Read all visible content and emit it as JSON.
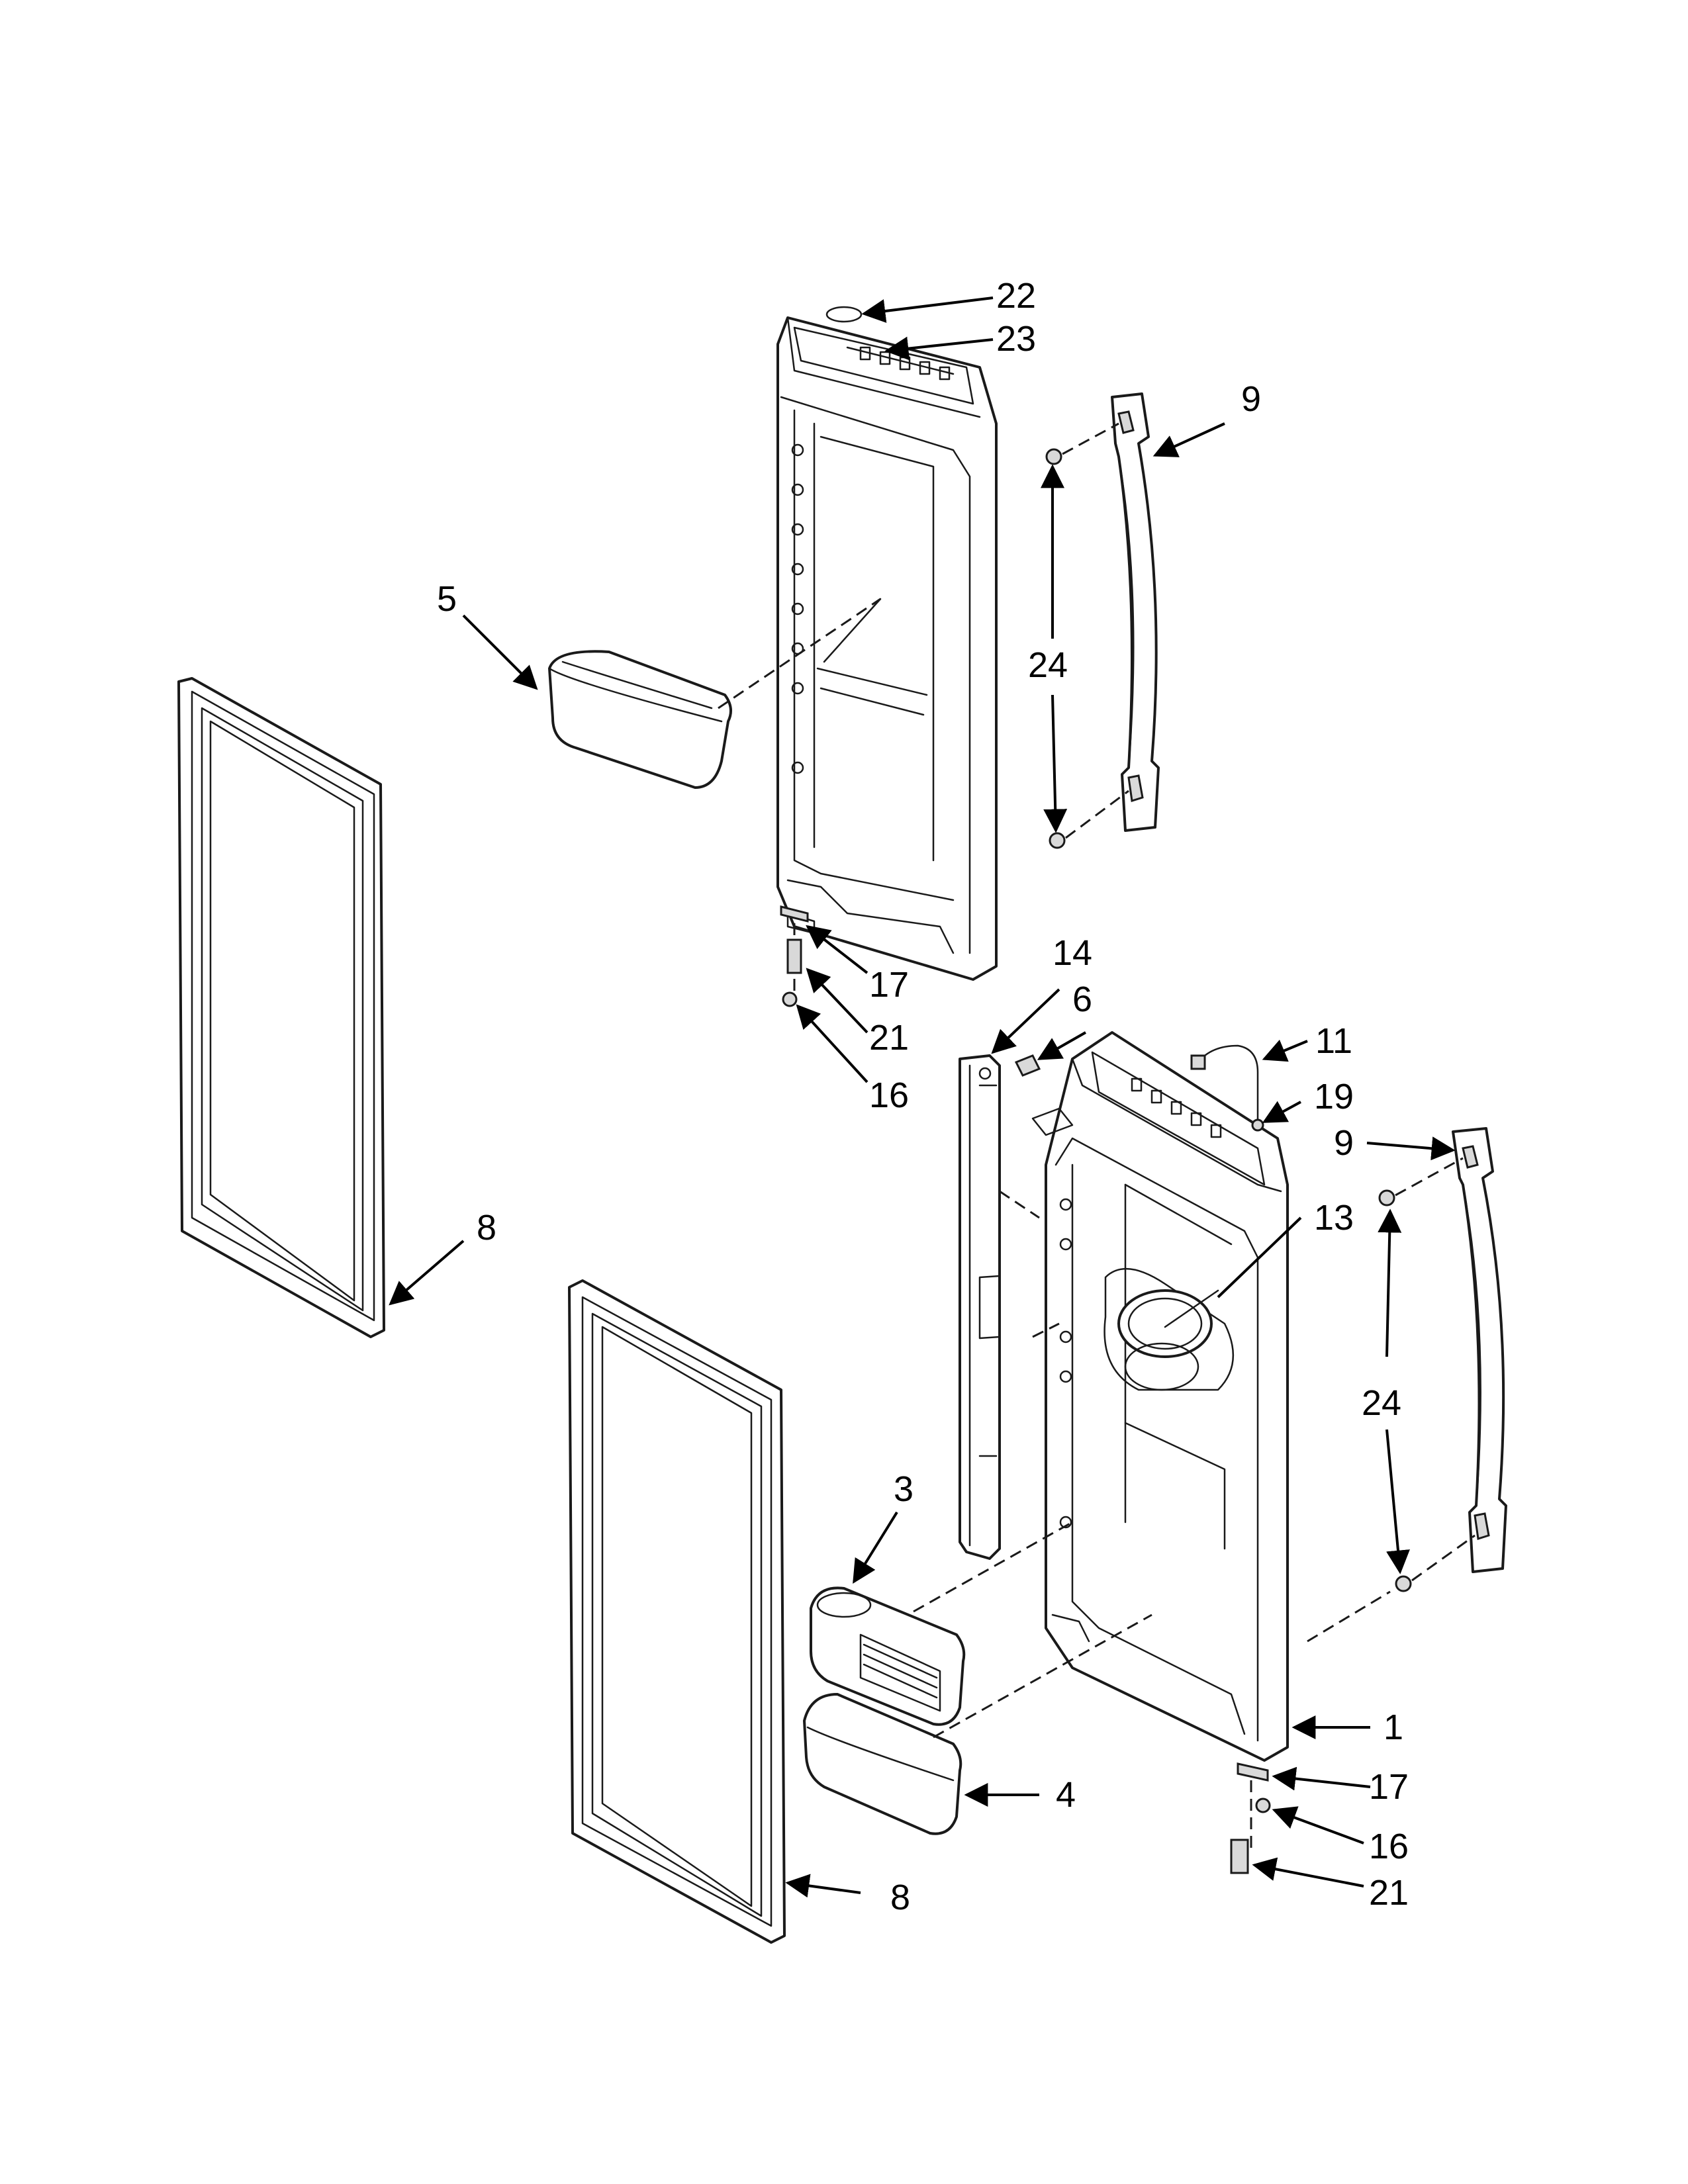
{
  "diagram": {
    "callouts": [
      {
        "id": "c22",
        "text": "22"
      },
      {
        "id": "c23",
        "text": "23"
      },
      {
        "id": "c9a",
        "text": "9"
      },
      {
        "id": "c5",
        "text": "5"
      },
      {
        "id": "c24a",
        "text": "24"
      },
      {
        "id": "c17a",
        "text": "17"
      },
      {
        "id": "c21a",
        "text": "21"
      },
      {
        "id": "c16a",
        "text": "16"
      },
      {
        "id": "c14",
        "text": "14"
      },
      {
        "id": "c6",
        "text": "6"
      },
      {
        "id": "c11",
        "text": "11"
      },
      {
        "id": "c19",
        "text": "19"
      },
      {
        "id": "c9b",
        "text": "9"
      },
      {
        "id": "c8a",
        "text": "8"
      },
      {
        "id": "c13",
        "text": "13"
      },
      {
        "id": "c24b",
        "text": "24"
      },
      {
        "id": "c3",
        "text": "3"
      },
      {
        "id": "c1",
        "text": "1"
      },
      {
        "id": "c4",
        "text": "4"
      },
      {
        "id": "c17b",
        "text": "17"
      },
      {
        "id": "c16b",
        "text": "16"
      },
      {
        "id": "c21b",
        "text": "21"
      },
      {
        "id": "c8b",
        "text": "8"
      }
    ]
  }
}
